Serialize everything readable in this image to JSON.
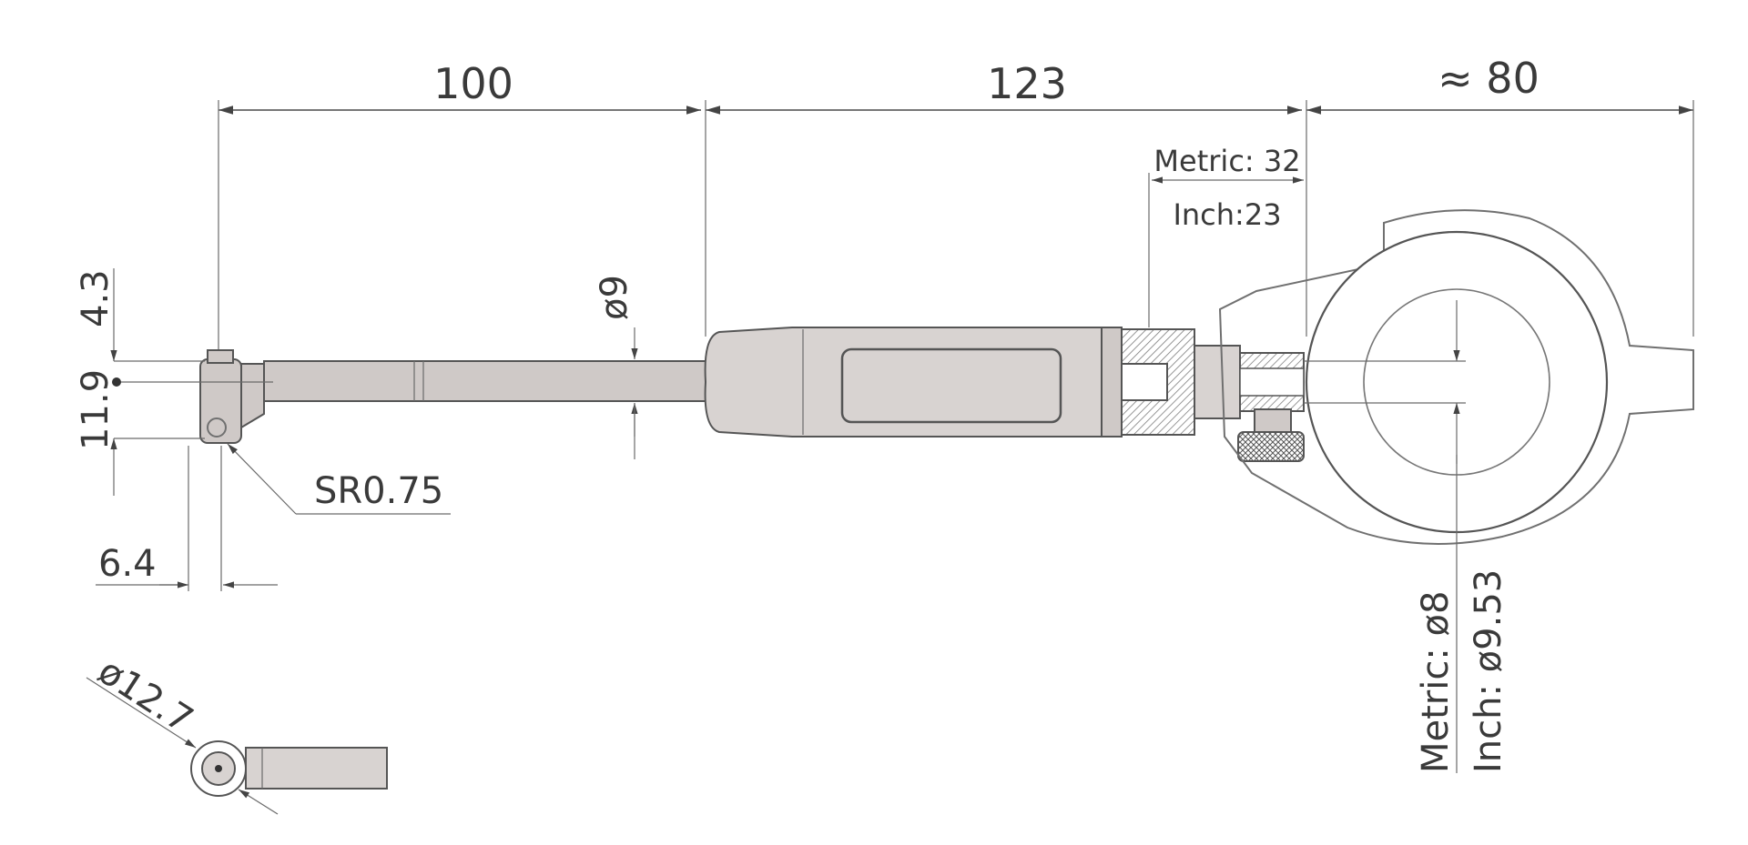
{
  "dimensions": {
    "d100": "100",
    "d123": "123",
    "d80": "≈ 80",
    "metric32": "Metric: 32",
    "inch23": "Inch:23",
    "phi9": "ø9",
    "d43": "4.3",
    "d119": "11.9",
    "sr": "SR0.75",
    "d64": "6.4",
    "phi127": "ø12.7",
    "metric8": "Metric: ø8",
    "inch953": "Inch: ø9.53"
  },
  "colors": {
    "line": "#4a4a4a",
    "body_fill": "#d8d3d1",
    "text": "#3a3a3a"
  }
}
